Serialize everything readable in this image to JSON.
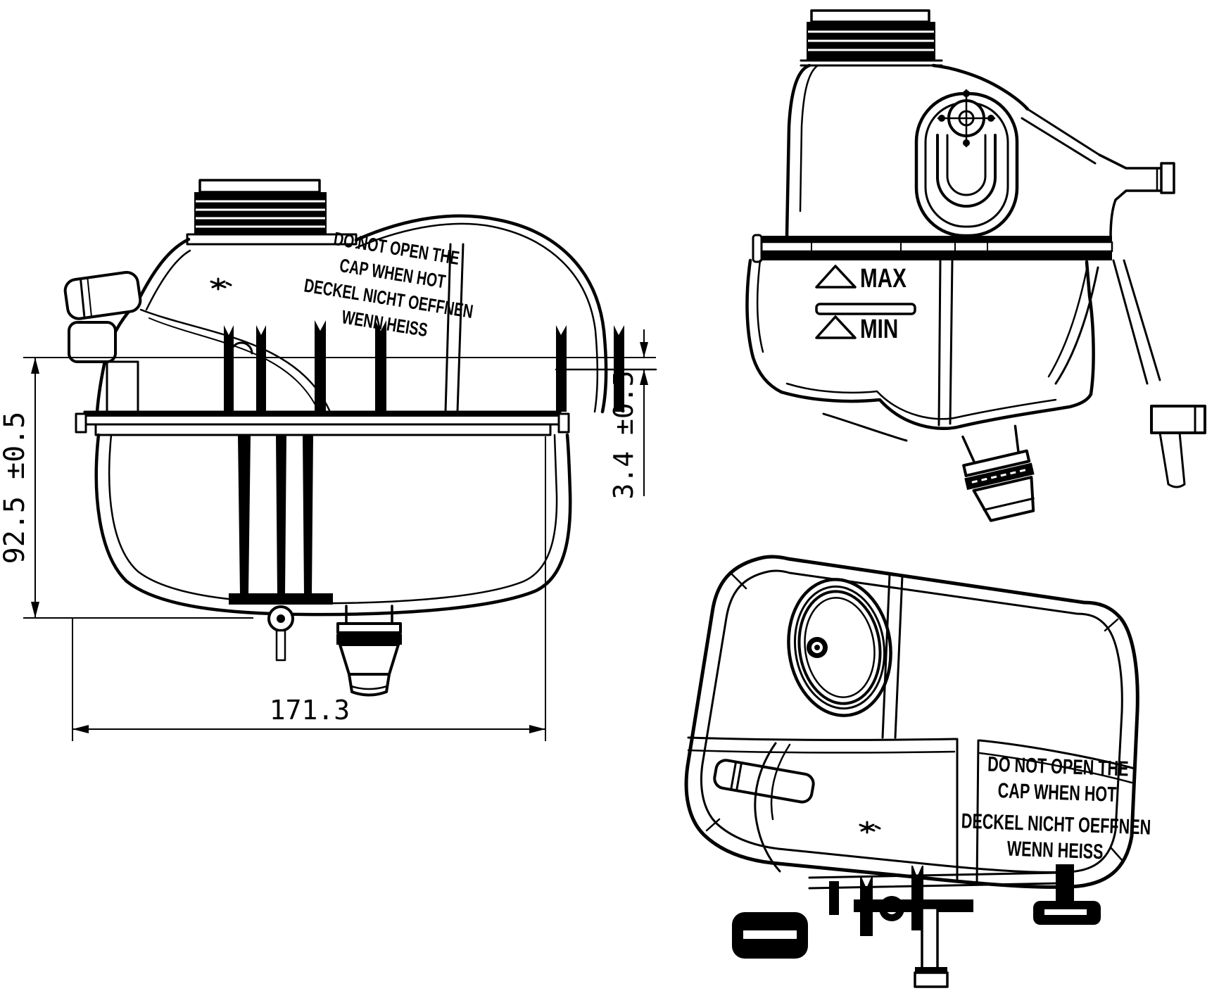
{
  "drawing": {
    "background_color": "#ffffff",
    "line_color": "#000000",
    "dimensions": {
      "height": "92.5 ±0.5",
      "width": "171.3",
      "flange_thickness": "3.4 ±0.5"
    },
    "level_markers": {
      "max": "MAX",
      "min": "MIN"
    },
    "warning": {
      "line1": "DO NOT OPEN THE",
      "line2": "CAP WHEN HOT",
      "line3": "DECKEL NICHT OEFFNEN",
      "line4": "WENN HEISS"
    }
  }
}
